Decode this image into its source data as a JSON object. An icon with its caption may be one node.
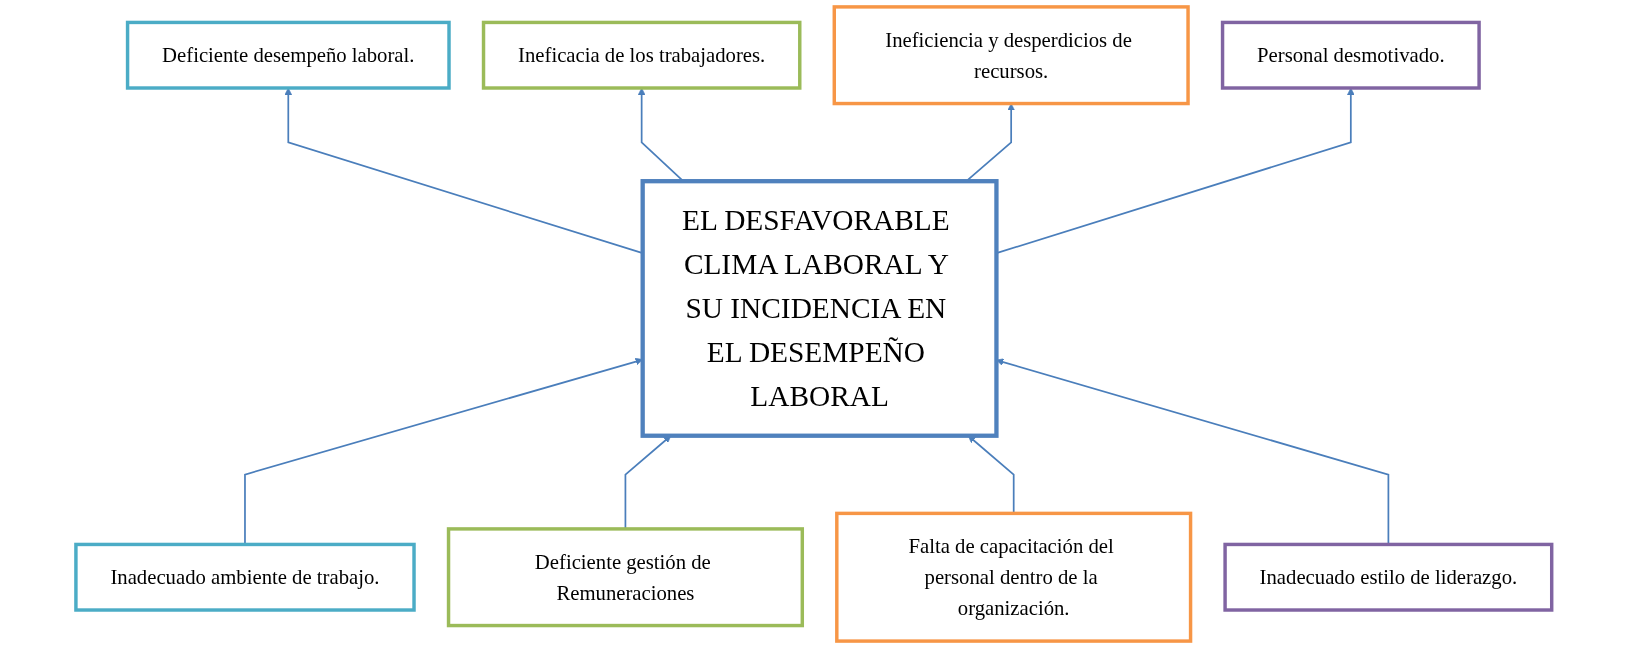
{
  "diagram": {
    "nodes": [
      {
        "text": [
          "Deficiente desempeño laboral."
        ]
      },
      {
        "text": [
          "Ineficacia de los trabajadores."
        ]
      },
      {
        "text": [
          "Ineficiencia y desperdicios de recursos."
        ]
      },
      {
        "text": [
          "Personal desmotivado."
        ]
      },
      {
        "text": [
          "EL DESFAVORABLE CLIMA LABORAL Y SU INCIDENCIA EN EL DESEMPEÑO LABORAL"
        ]
      },
      {
        "text": [
          "Inadecuado ambiente de trabajo."
        ]
      },
      {
        "text": [
          "Deficiente gestión de Remuneraciones"
        ]
      },
      {
        "text": [
          "Falta de capacitación del personal dentro de la organización."
        ]
      },
      {
        "text": [
          "Inadecuado estilo de liderazgo."
        ]
      }
    ],
    "edges": [
      {
        "from": 4,
        "to": 0,
        "arrow": "to"
      },
      {
        "from": 4,
        "to": 1,
        "arrow": "to"
      },
      {
        "from": 4,
        "to": 2,
        "arrow": "to"
      },
      {
        "from": 4,
        "to": 3,
        "arrow": "to"
      },
      {
        "from": 5,
        "to": 4,
        "arrow": "to"
      },
      {
        "from": 6,
        "to": 4,
        "arrow": "to"
      },
      {
        "from": 7,
        "to": 4,
        "arrow": "to"
      },
      {
        "from": 8,
        "to": 4,
        "arrow": "to"
      }
    ]
  }
}
